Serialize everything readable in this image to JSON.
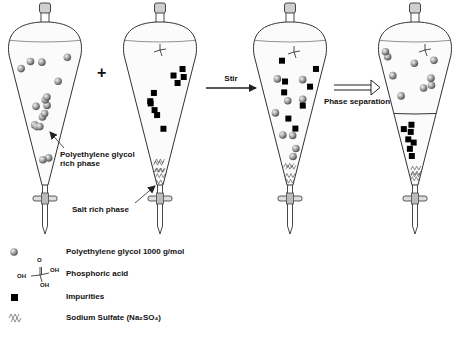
{
  "diagram": {
    "labels": [
      "+",
      "Stir",
      "Phase separation",
      "Polyethylene glycol rich phase",
      "Salt rich phase",
      "O",
      "OH",
      "OH",
      "OH"
    ],
    "legend": [
      {
        "text": "Polyethylene glycol 1000 g/mol"
      },
      {
        "text": "Phosphoric acid"
      },
      {
        "text": "Impurities",
        "color": "#000000"
      },
      {
        "text": "Sodium Sulfate (Na₂SO₄)"
      }
    ]
  }
}
